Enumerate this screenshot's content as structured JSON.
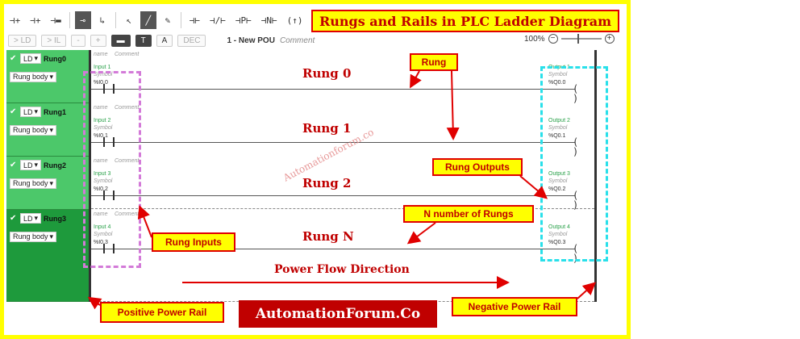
{
  "title": "Rungs and Rails in PLC Ladder Diagram",
  "toolbar": {
    "buttons": [
      "⊣+",
      "⊣+",
      "⊣▬",
      "⊸",
      "↳",
      "↖",
      "╱",
      "✎",
      "⊣⊢",
      "⊣/⊢",
      "⊣P⊢",
      "⊣N⊢",
      "(↑)",
      "⊣▮⊢",
      "▭",
      "‹›"
    ],
    "row2": {
      "to_ld": "> LD",
      "to_il": "> IL",
      "minus": "-",
      "plus": "+",
      "dec": "DEC",
      "pou": "1 - New POU",
      "comment": "Comment"
    },
    "zoom": "100%"
  },
  "rungs": [
    {
      "lang": "LD",
      "name": "Rung0",
      "body": "Rung body",
      "input_label": "Input 1",
      "input_addr": "%I0.0",
      "output_label": "Output 1",
      "output_addr": "%Q0.0",
      "caption": "Rung 0"
    },
    {
      "lang": "LD",
      "name": "Rung1",
      "body": "Rung body",
      "input_label": "Input 2",
      "input_addr": "%I0.1",
      "output_label": "Output 2",
      "output_addr": "%Q0.1",
      "caption": "Rung 1"
    },
    {
      "lang": "LD",
      "name": "Rung2",
      "body": "Rung body",
      "input_label": "Input 3",
      "input_addr": "%I0.2",
      "output_label": "Output 3",
      "output_addr": "%Q0.2",
      "caption": "Rung 2"
    },
    {
      "lang": "LD",
      "name": "Rung3",
      "body": "Rung body",
      "input_label": "Input 4",
      "input_addr": "%I0.3",
      "output_label": "Output 4",
      "output_addr": "%Q0.3",
      "caption": "Rung N"
    }
  ],
  "field_labels": {
    "name": "name",
    "comment": "Comment",
    "symbol": "Symbol"
  },
  "callouts": {
    "rung": "Rung",
    "rung_outputs": "Rung Outputs",
    "n_rungs": "N number of Rungs",
    "rung_inputs": "Rung Inputs",
    "positive_rail": "Positive Power Rail",
    "negative_rail": "Negative Power Rail",
    "flow": "Power Flow Direction"
  },
  "brand": "AutomationForum.Co",
  "watermark": "Automationforum.co",
  "colors": {
    "accent": "#c00000",
    "highlight": "#ffff00",
    "rung_green": "#4cc86a",
    "rung_dark_green": "#1e9a3c"
  }
}
